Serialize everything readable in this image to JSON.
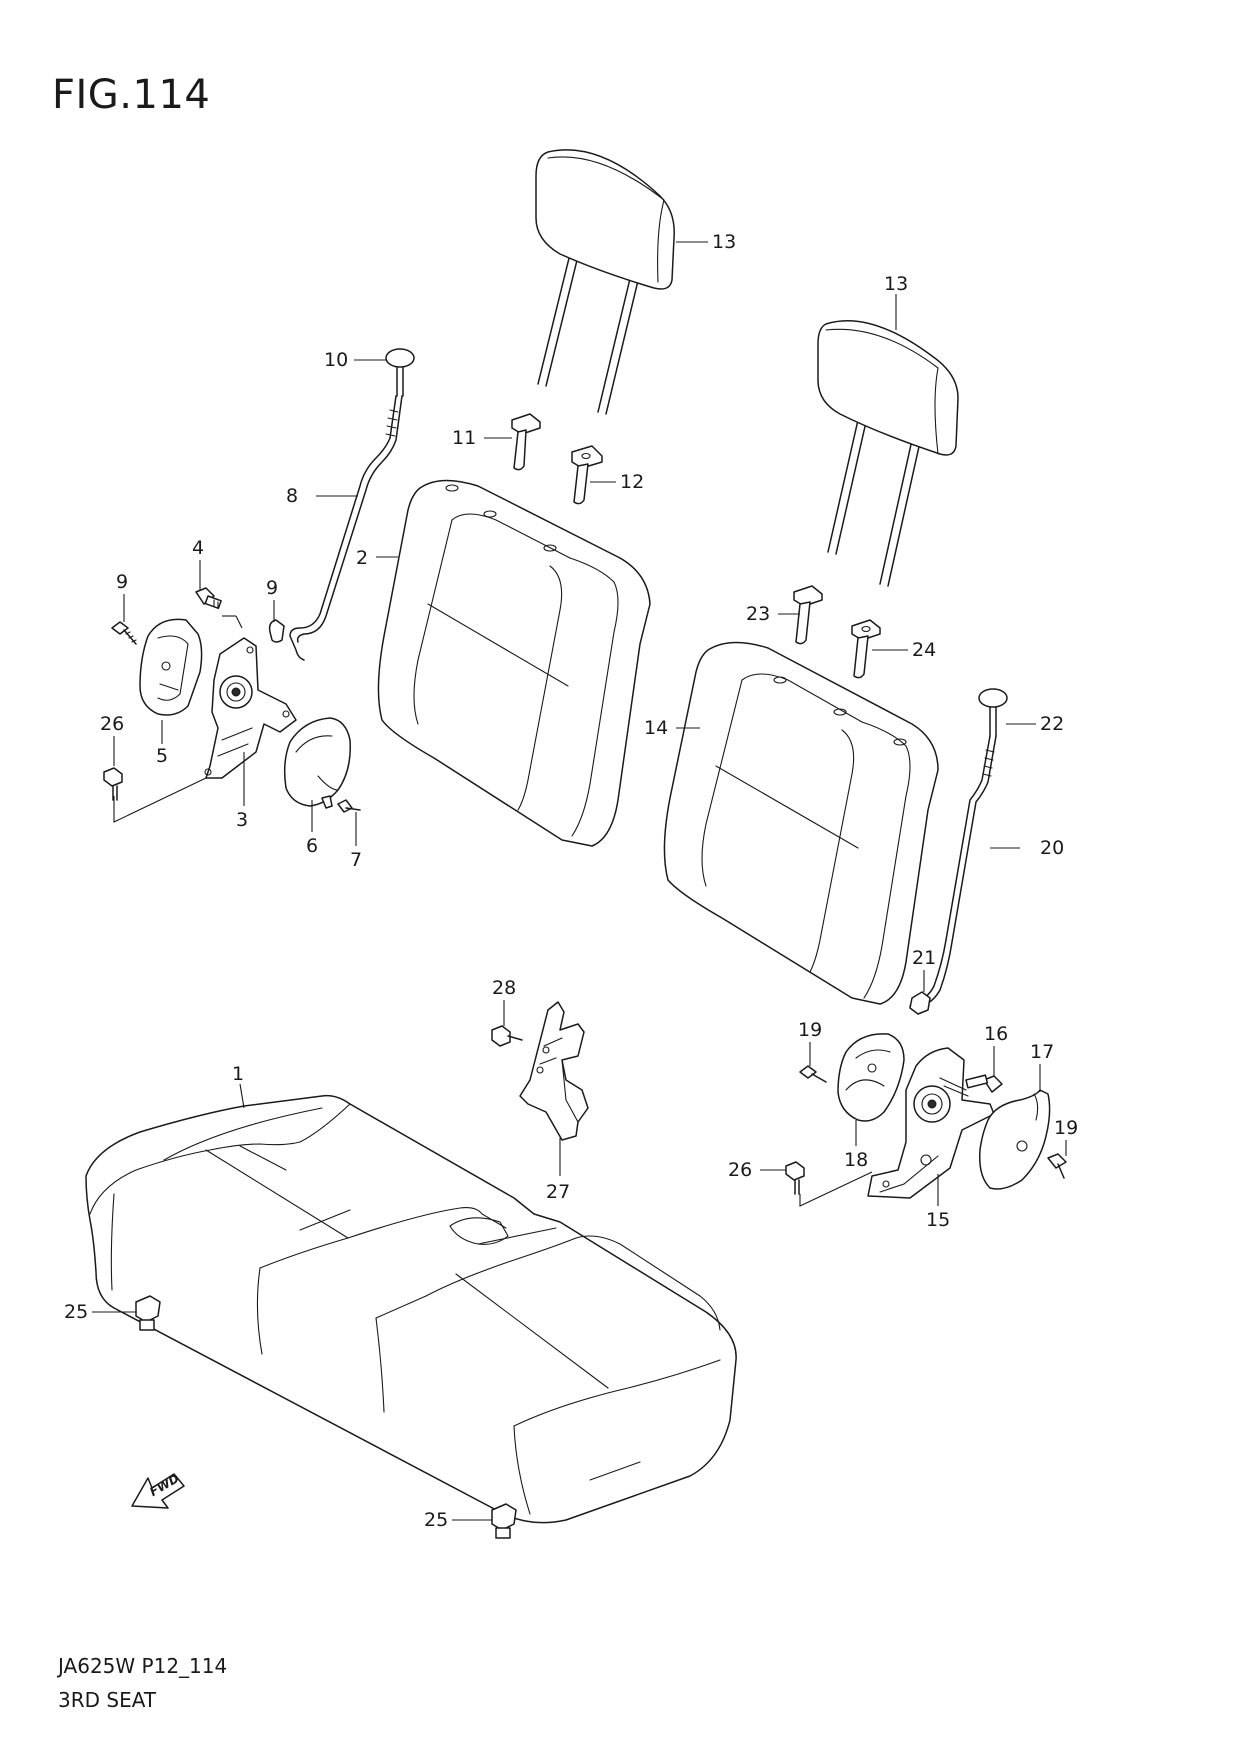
{
  "figure": {
    "title": "FIG.114",
    "code": "JA625W P12_114",
    "name": "3RD SEAT"
  },
  "fwd_arrow_text": "FWD",
  "callouts": {
    "c1": "1",
    "c2": "2",
    "c3": "3",
    "c4": "4",
    "c5": "5",
    "c6": "6",
    "c7": "7",
    "c8": "8",
    "c9a": "9",
    "c9b": "9",
    "c10": "10",
    "c11": "11",
    "c12": "12",
    "c13a": "13",
    "c13b": "13",
    "c14": "14",
    "c15": "15",
    "c16": "16",
    "c17": "17",
    "c18": "18",
    "c19a": "19",
    "c19b": "19",
    "c20": "20",
    "c21": "21",
    "c22": "22",
    "c23": "23",
    "c24": "24",
    "c25a": "25",
    "c25b": "25",
    "c26a": "26",
    "c26b": "26",
    "c27": "27",
    "c28": "28"
  }
}
